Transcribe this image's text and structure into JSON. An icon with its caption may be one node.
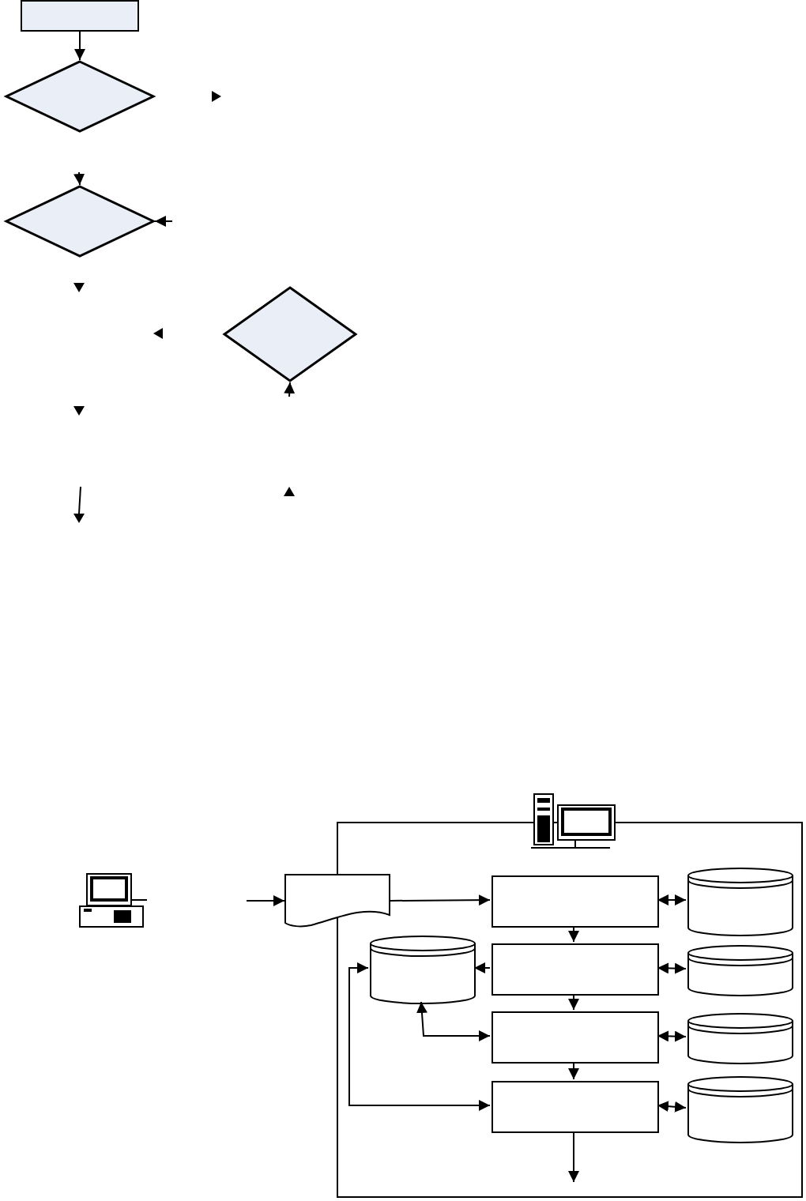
{
  "diagram": {
    "nodes": [
      {
        "text": [],
        "shape": "box"
      },
      {
        "text": [],
        "shape": "diamond"
      },
      {
        "text": [],
        "shape": "diamond"
      },
      {
        "text": [],
        "shape": "diamond"
      },
      {
        "text": [],
        "shape": "box"
      },
      {
        "text": [],
        "shape": "document"
      },
      {
        "text": [],
        "shape": "box",
        "in": 4
      },
      {
        "text": [],
        "shape": "box",
        "in": 4
      },
      {
        "text": [],
        "shape": "box",
        "in": 4
      },
      {
        "text": [],
        "shape": "box",
        "in": 4
      },
      {
        "text": [],
        "shape": "cylinder",
        "in": 4
      },
      {
        "text": [],
        "shape": "cylinder",
        "in": 4
      },
      {
        "text": [],
        "shape": "cylinder",
        "in": 4
      },
      {
        "text": [],
        "shape": "cylinder",
        "in": 4
      },
      {
        "text": [],
        "shape": "cylinder",
        "in": 4
      }
    ],
    "edges": [
      {
        "from": 0,
        "to": 1,
        "arrow": "to"
      },
      {
        "from": null,
        "to": 2,
        "arrow": "to"
      },
      {
        "from": null,
        "to": 2,
        "arrow": "to"
      },
      {
        "from": null,
        "to": 3,
        "arrow": "to"
      },
      {
        "from": null,
        "to": 5,
        "arrow": "to"
      },
      {
        "from": 5,
        "to": 6,
        "arrow": "to"
      },
      {
        "from": 6,
        "to": 7,
        "arrow": "to"
      },
      {
        "from": 7,
        "to": 8,
        "arrow": "to"
      },
      {
        "from": 8,
        "to": 9,
        "arrow": "to"
      },
      {
        "from": 6,
        "to": 11,
        "arrow": "both"
      },
      {
        "from": 7,
        "to": 12,
        "arrow": "both"
      },
      {
        "from": 8,
        "to": 13,
        "arrow": "both"
      },
      {
        "from": 9,
        "to": 14,
        "arrow": "both"
      },
      {
        "from": 7,
        "to": 10,
        "arrow": "to"
      },
      {
        "from": 8,
        "to": 10,
        "arrow": "both"
      },
      {
        "from": 10,
        "to": 9,
        "arrow": "both"
      },
      {
        "from": 9,
        "to": null,
        "arrow": "to"
      }
    ]
  }
}
